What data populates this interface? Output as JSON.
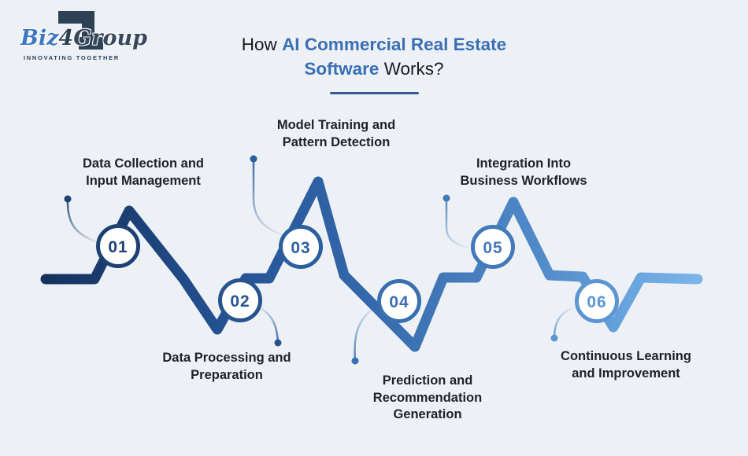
{
  "logo": {
    "brand_prefix": "Biz",
    "brand_digit": "4",
    "brand_suffix": "Group",
    "tagline": "INNOVATING TOGETHER"
  },
  "title": {
    "line1_dark": "How ",
    "line1_blue": "AI Commercial Real Estate",
    "line2_blue": "Software",
    "line2_dark": " Works?",
    "accent_color": "#3a6fb4"
  },
  "colors": {
    "background": "#edf1f6",
    "wave_start": "#15325d",
    "wave_end": "#7cb4e9",
    "underline": "#2e5e94",
    "label_text": "#1e2126"
  },
  "steps": [
    {
      "number": "01",
      "label": "Data Collection and\nInput Management",
      "color": "#1d4173"
    },
    {
      "number": "02",
      "label": "Data Processing and\nPreparation",
      "color": "#27548f"
    },
    {
      "number": "03",
      "label": "Model Training and\nPattern Detection",
      "color": "#2c5f9e"
    },
    {
      "number": "04",
      "label": "Prediction and\nRecommendation\nGeneration",
      "color": "#3a70af"
    },
    {
      "number": "05",
      "label": "Integration Into\nBusiness Workflows",
      "color": "#4379b9"
    },
    {
      "number": "06",
      "label": "Continuous Learning\nand Improvement",
      "color": "#5b96d2"
    }
  ]
}
